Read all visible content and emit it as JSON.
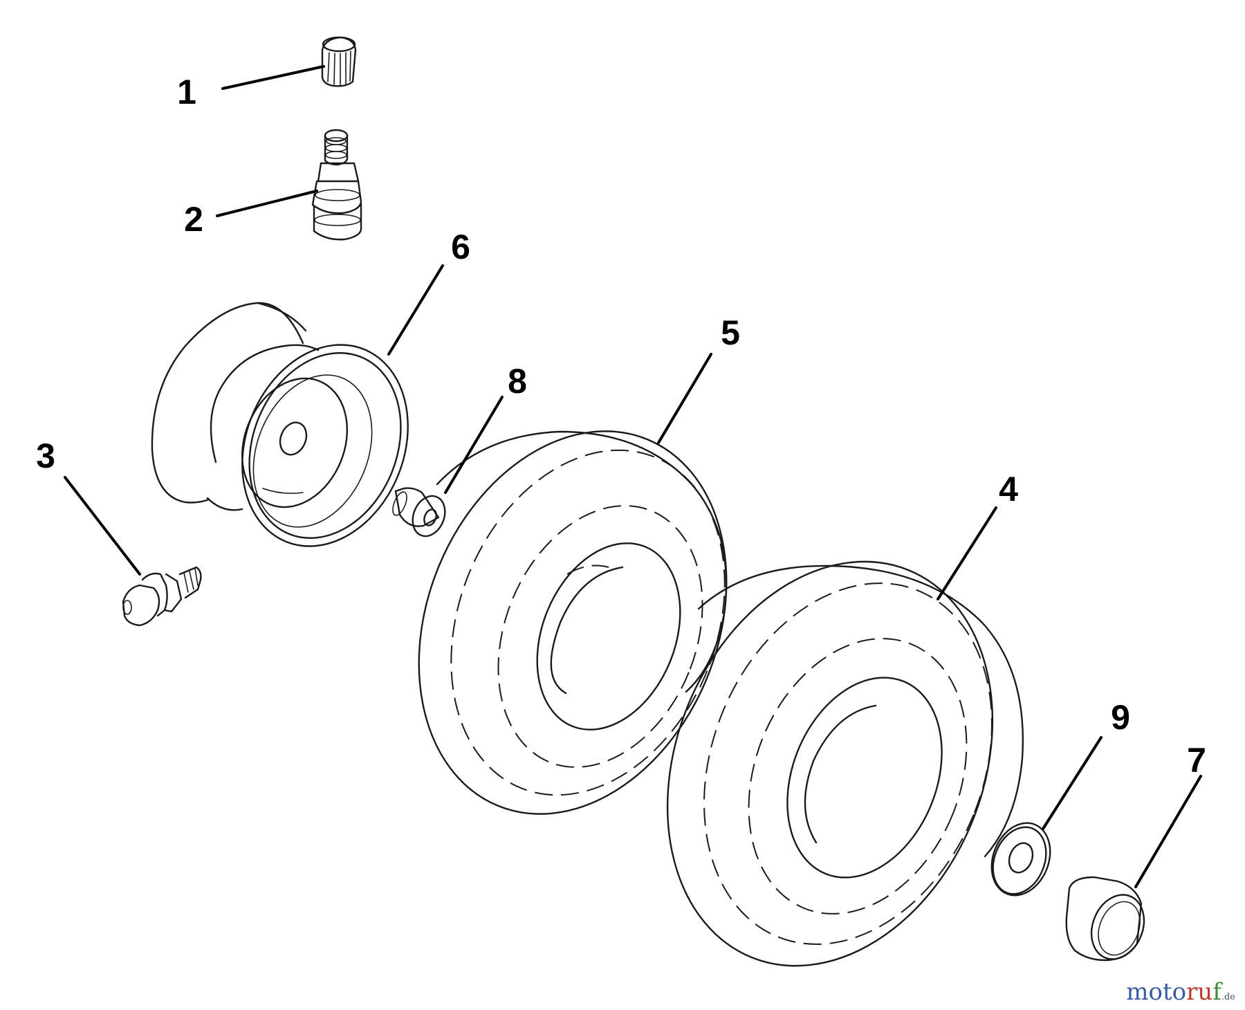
{
  "callouts": [
    {
      "id": "1",
      "label": "1"
    },
    {
      "id": "2",
      "label": "2"
    },
    {
      "id": "3",
      "label": "3"
    },
    {
      "id": "4",
      "label": "4"
    },
    {
      "id": "5",
      "label": "5"
    },
    {
      "id": "6",
      "label": "6"
    },
    {
      "id": "7",
      "label": "7"
    },
    {
      "id": "8",
      "label": "8"
    },
    {
      "id": "9",
      "label": "9"
    }
  ],
  "watermark": {
    "part_a": "moto",
    "part_b": "ru",
    "part_c": "f",
    "tld": ".de"
  },
  "colors": {
    "line": "#1a1a1a",
    "background": "#ffffff",
    "watermark_blue": "#3a5aa6",
    "watermark_red": "#c0392b",
    "watermark_green": "#3a8d3a"
  }
}
